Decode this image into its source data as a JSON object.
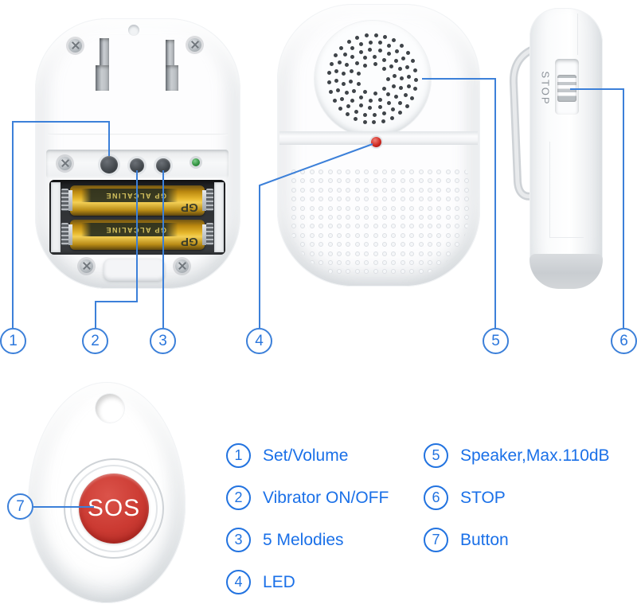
{
  "colors": {
    "callout_line_blue": "#3c80d9",
    "legend_blue": "#1a70e8",
    "sos_red": "#cb3a32",
    "battery_gold": "#e8b92e",
    "front_led_red": "#cf2a22",
    "back_led_green": "#2f8f3e"
  },
  "callouts": [
    {
      "num": "1"
    },
    {
      "num": "2"
    },
    {
      "num": "3"
    },
    {
      "num": "4"
    },
    {
      "num": "5"
    },
    {
      "num": "6"
    },
    {
      "num": "7"
    }
  ],
  "legend": {
    "left": [
      {
        "num": "1",
        "label": "Set/Volume"
      },
      {
        "num": "2",
        "label": "Vibrator ON/OFF"
      },
      {
        "num": "3",
        "label": "5 Melodies"
      },
      {
        "num": "4",
        "label": "LED"
      }
    ],
    "right": [
      {
        "num": "5",
        "label": "Speaker,Max.110dB"
      },
      {
        "num": "6",
        "label": "STOP"
      },
      {
        "num": "7",
        "label": "Button"
      }
    ]
  },
  "side_view": {
    "stop_label": "STOP"
  },
  "remote": {
    "button_label": "SOS"
  },
  "back_view": {
    "battery_brand": "GP",
    "battery_text": "GP ALCALINE"
  }
}
